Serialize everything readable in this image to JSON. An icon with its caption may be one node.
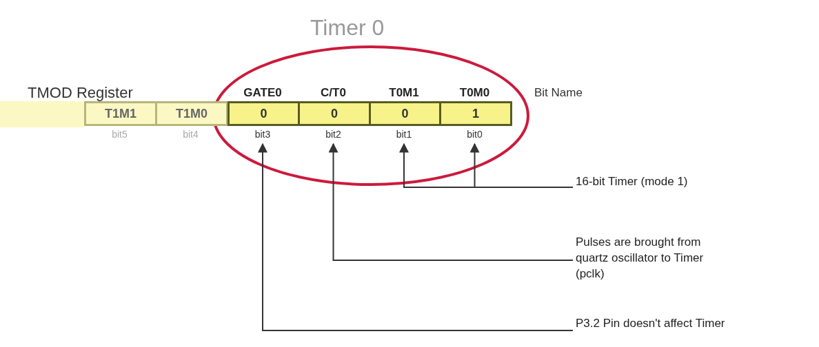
{
  "diagram": {
    "title": "Timer 0",
    "nodes": [
      {
        "text": [],
        "shape": "bar"
      },
      {
        "text": [
          "T1M1"
        ],
        "beside": [
          "bit5"
        ]
      },
      {
        "text": [
          "T1M0"
        ],
        "beside": [
          "bit4"
        ]
      },
      {
        "text": [
          "0"
        ],
        "beside": [
          "GATE0",
          "bit3"
        ]
      },
      {
        "text": [
          "0"
        ],
        "beside": [
          "C/T0",
          "bit2"
        ]
      },
      {
        "text": [
          "0"
        ],
        "beside": [
          "T0M1",
          "bit1"
        ]
      },
      {
        "text": [
          "1"
        ],
        "beside": [
          "T0M0",
          "bit0"
        ]
      },
      {
        "text": [
          "16-bit Timer (mode 1)"
        ]
      },
      {
        "text": [
          "Pulses are brought from quartz oscillator to Timer (pclk)"
        ]
      },
      {
        "text": [
          "P3.2 Pin doesn't affect Timer"
        ]
      }
    ],
    "edges": [
      {
        "from": 7,
        "to": 5,
        "arrow": "to"
      },
      {
        "from": 7,
        "to": 6,
        "arrow": "to"
      },
      {
        "from": 8,
        "to": 4,
        "arrow": "to"
      },
      {
        "from": 9,
        "to": 3,
        "arrow": "to"
      }
    ],
    "labels": [
      "TMOD Register",
      "Bit Name"
    ]
  }
}
